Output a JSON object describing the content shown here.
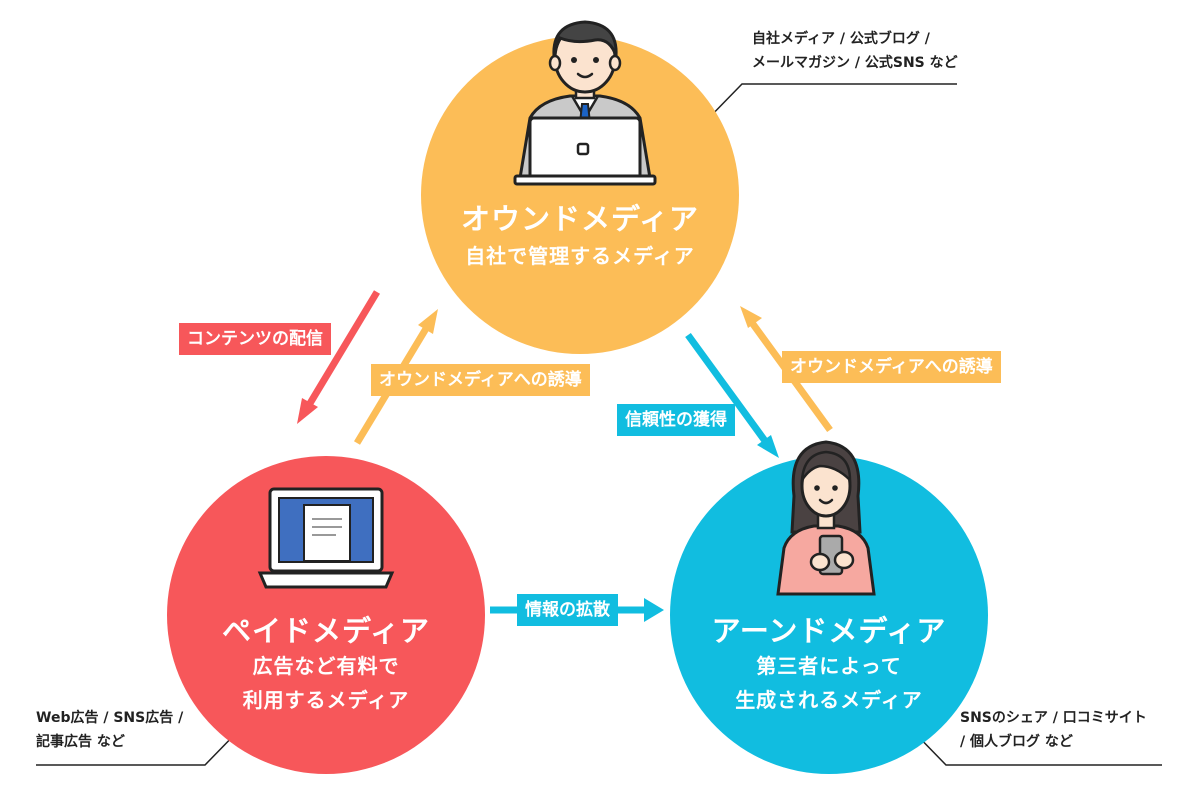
{
  "circles": {
    "owned": {
      "title": "オウンドメディア",
      "sub1": "自社で管理するメディア",
      "color": "#fcbd57"
    },
    "paid": {
      "title": "ペイドメディア",
      "sub1": "広告など有料で",
      "sub2": "利用するメディア",
      "color": "#f7575a"
    },
    "earned": {
      "title": "アーンドメディア",
      "sub1": "第三者によって",
      "sub2": "生成されるメディア",
      "color": "#11bde0"
    }
  },
  "notes": {
    "owned": [
      "自社メディア / 公式ブログ /",
      "メールマガジン / 公式SNS など"
    ],
    "paid": [
      "Web広告 / SNS広告 /",
      "記事広告 など"
    ],
    "earned": [
      "SNSのシェア / 口コミサイト",
      "/ 個人ブログ など"
    ]
  },
  "arrows": {
    "distribute": "コンテンツの配信",
    "induce_left": "オウンドメディアへの誘導",
    "trust": "信頼性の獲得",
    "induce_right": "オウンドメディアへの誘導",
    "spread": "情報の拡散"
  },
  "icons": {
    "owned": "businessman-laptop-icon",
    "paid": "laptop-screen-icon",
    "earned": "woman-smartphone-icon"
  }
}
